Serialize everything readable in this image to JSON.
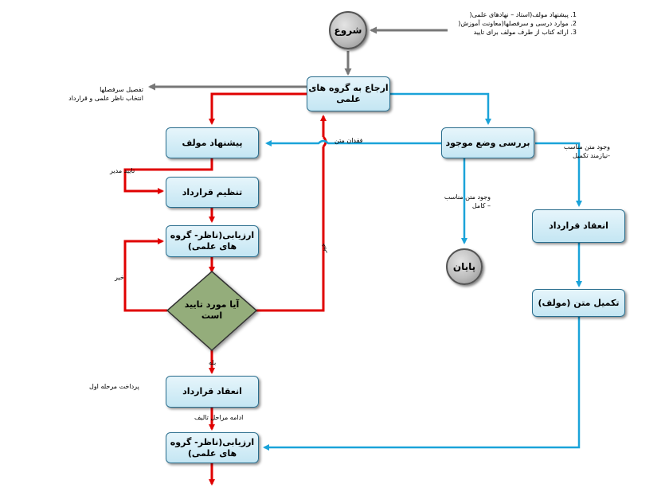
{
  "nodes": {
    "start": "شروع",
    "refer": "ارجاع به گروه های علمی",
    "proposal": "پیشنهاد مولف",
    "review": "بررسی وضع موجود",
    "contract_setup": "تنظیم قرارداد",
    "evaluation1": "ارزیابی(ناظر- گروه های علمی)",
    "decision": "آیا مورد تایید است",
    "end": "پایان",
    "contract_right": "انعقاد قرارداد",
    "complete_text": "تکمیل متن (مولف)",
    "contract_main": "انعقاد قرارداد",
    "evaluation2": "ارزیابی(ناظر- گروه های علمی)"
  },
  "notes": {
    "sources": [
      "1. پیشنهاد مولف(استاد – نهادهای علمی(",
      "2. موارد درسی و سرفصلها(معاونت آموزش(",
      "3. ارائه کتاب از طرف مولف برای تایید"
    ],
    "outline": [
      "تفصیل سرفصلها",
      "انتخاب ناظر علمی و قرارداد"
    ],
    "lack_of_text": "فقدان متن",
    "suitable_incomplete": [
      "وجود متن مناسب",
      "-نیازمند تکمیل"
    ],
    "suitable_complete": [
      "وجود متن مناسب",
      "– کامل"
    ],
    "manager_approval": "تایید مدیر",
    "no_left": "خیر",
    "no_up": "خیر",
    "yes": "بله",
    "first_payment": "پرداخت مرحله اول",
    "continue_writing": "ادامه مراحل تالیف"
  },
  "colors": {
    "red": "#e00000",
    "blue": "#1aa3d9",
    "gray": "#777777",
    "diamond": "#94ad7b"
  }
}
